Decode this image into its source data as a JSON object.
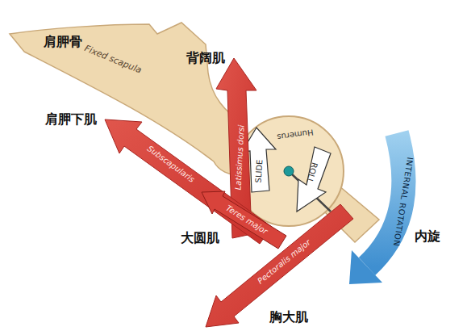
{
  "diagram": {
    "labels": [
      "肩胛骨",
      "Fixed scapula",
      "背阔肌",
      "Latissimus dorsi",
      "Humerus",
      "SLIDE",
      "ROLL",
      "INTERNAL ROTATION",
      "肩胛下肌",
      "Subscapularis",
      "Teres major",
      "大圆肌",
      "内旋",
      "Pectoralis major",
      "胸大肌"
    ]
  }
}
